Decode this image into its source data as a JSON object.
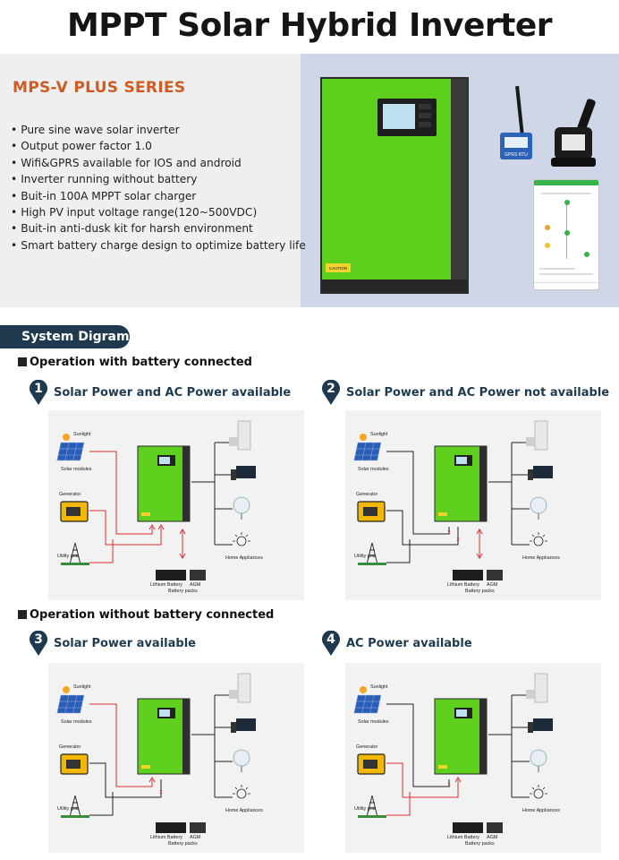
{
  "title": "MPPT Solar Hybrid Inverter",
  "series": "MPS-V PLUS SERIES",
  "features": [
    "Pure sine wave solar inverter",
    "Output power factor 1.0",
    "Wifi&GPRS available for IOS and android",
    "Inverter running without battery",
    "Buit-in 100A MPPT solar charger",
    "High PV input voltage range(120~500VDC)",
    "Buit-in anti-dusk kit for harsh environment",
    "Smart battery charge design to optimize battery life"
  ],
  "product": {
    "caution_label": "CAUTION",
    "rtu_label": "GPRS RTU"
  },
  "system_diagram_label": "System Digram",
  "sections": [
    {
      "heading": "Operation with battery connected"
    },
    {
      "heading": "Operation without battery connected"
    }
  ],
  "cases": [
    {
      "number": "1",
      "title": "Solar Power and AC Power available"
    },
    {
      "number": "2",
      "title": "Solar Power and AC Power not available"
    },
    {
      "number": "3",
      "title": "Solar Power available"
    },
    {
      "number": "4",
      "title": "AC Power available"
    }
  ],
  "diagram_labels": {
    "sunlight": "Sunlight",
    "solar_modules": "Solar modules",
    "generator": "Generator",
    "utility_grid": "Utility grid",
    "lithium_battery": "Lithium Battery",
    "agm": "AGM",
    "battery_packs": "Battery packs",
    "home_appliances": "Home Appliances"
  },
  "colors": {
    "inverter_green": "#5fcf1e",
    "accent_orange": "#cf5a22",
    "navy": "#1f3a4f",
    "flow_red": "#e03030"
  }
}
